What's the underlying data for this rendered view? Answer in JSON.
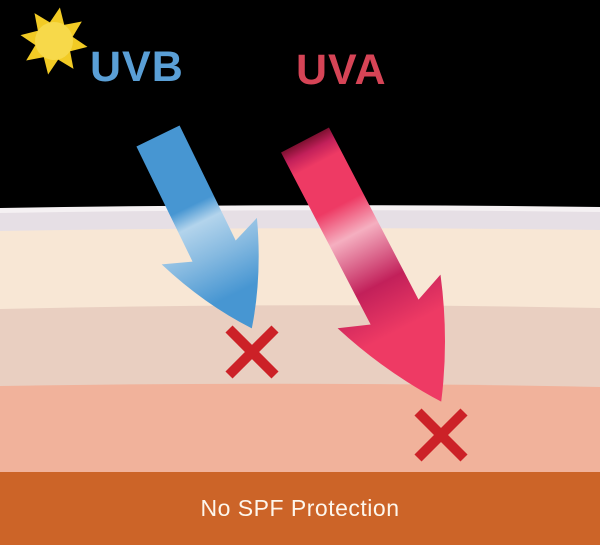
{
  "diagram": {
    "uvb_label": "UVB",
    "uva_label": "UVA",
    "caption": "No SPF Protection",
    "icons": {
      "sun_icon": "sun with 8 triangular rays",
      "x_mark_icon": "red cross marking ray stop depth"
    }
  },
  "colors": {
    "background": "#000000",
    "sun_core": "#f7d94a",
    "sun_ray": "#f2cb25",
    "uvb_text": "#5a9fd6",
    "uva_text": "#d64456",
    "arrow_uvb": "#4796d2",
    "arrow_uvb_light": "#b3d4ec",
    "arrow_uvb_mid": "#85b9e0",
    "arrow_uva": "#ee3a64",
    "arrow_uva_light": "#f5afc0",
    "arrow_uva_dark": "#7d1030",
    "arrow_uva_mid": "#c2205a",
    "x_mark": "#cc2127",
    "skin_surface": "#f5f1f3",
    "skin_layer_1": "#e6dfe5",
    "skin_layer_2": "#f8e7d5",
    "skin_layer_3": "#e9cfc1",
    "skin_layer_4": "#f1b29b",
    "caption_bar": "#cc6428",
    "caption_text": "#fdf6ec"
  }
}
